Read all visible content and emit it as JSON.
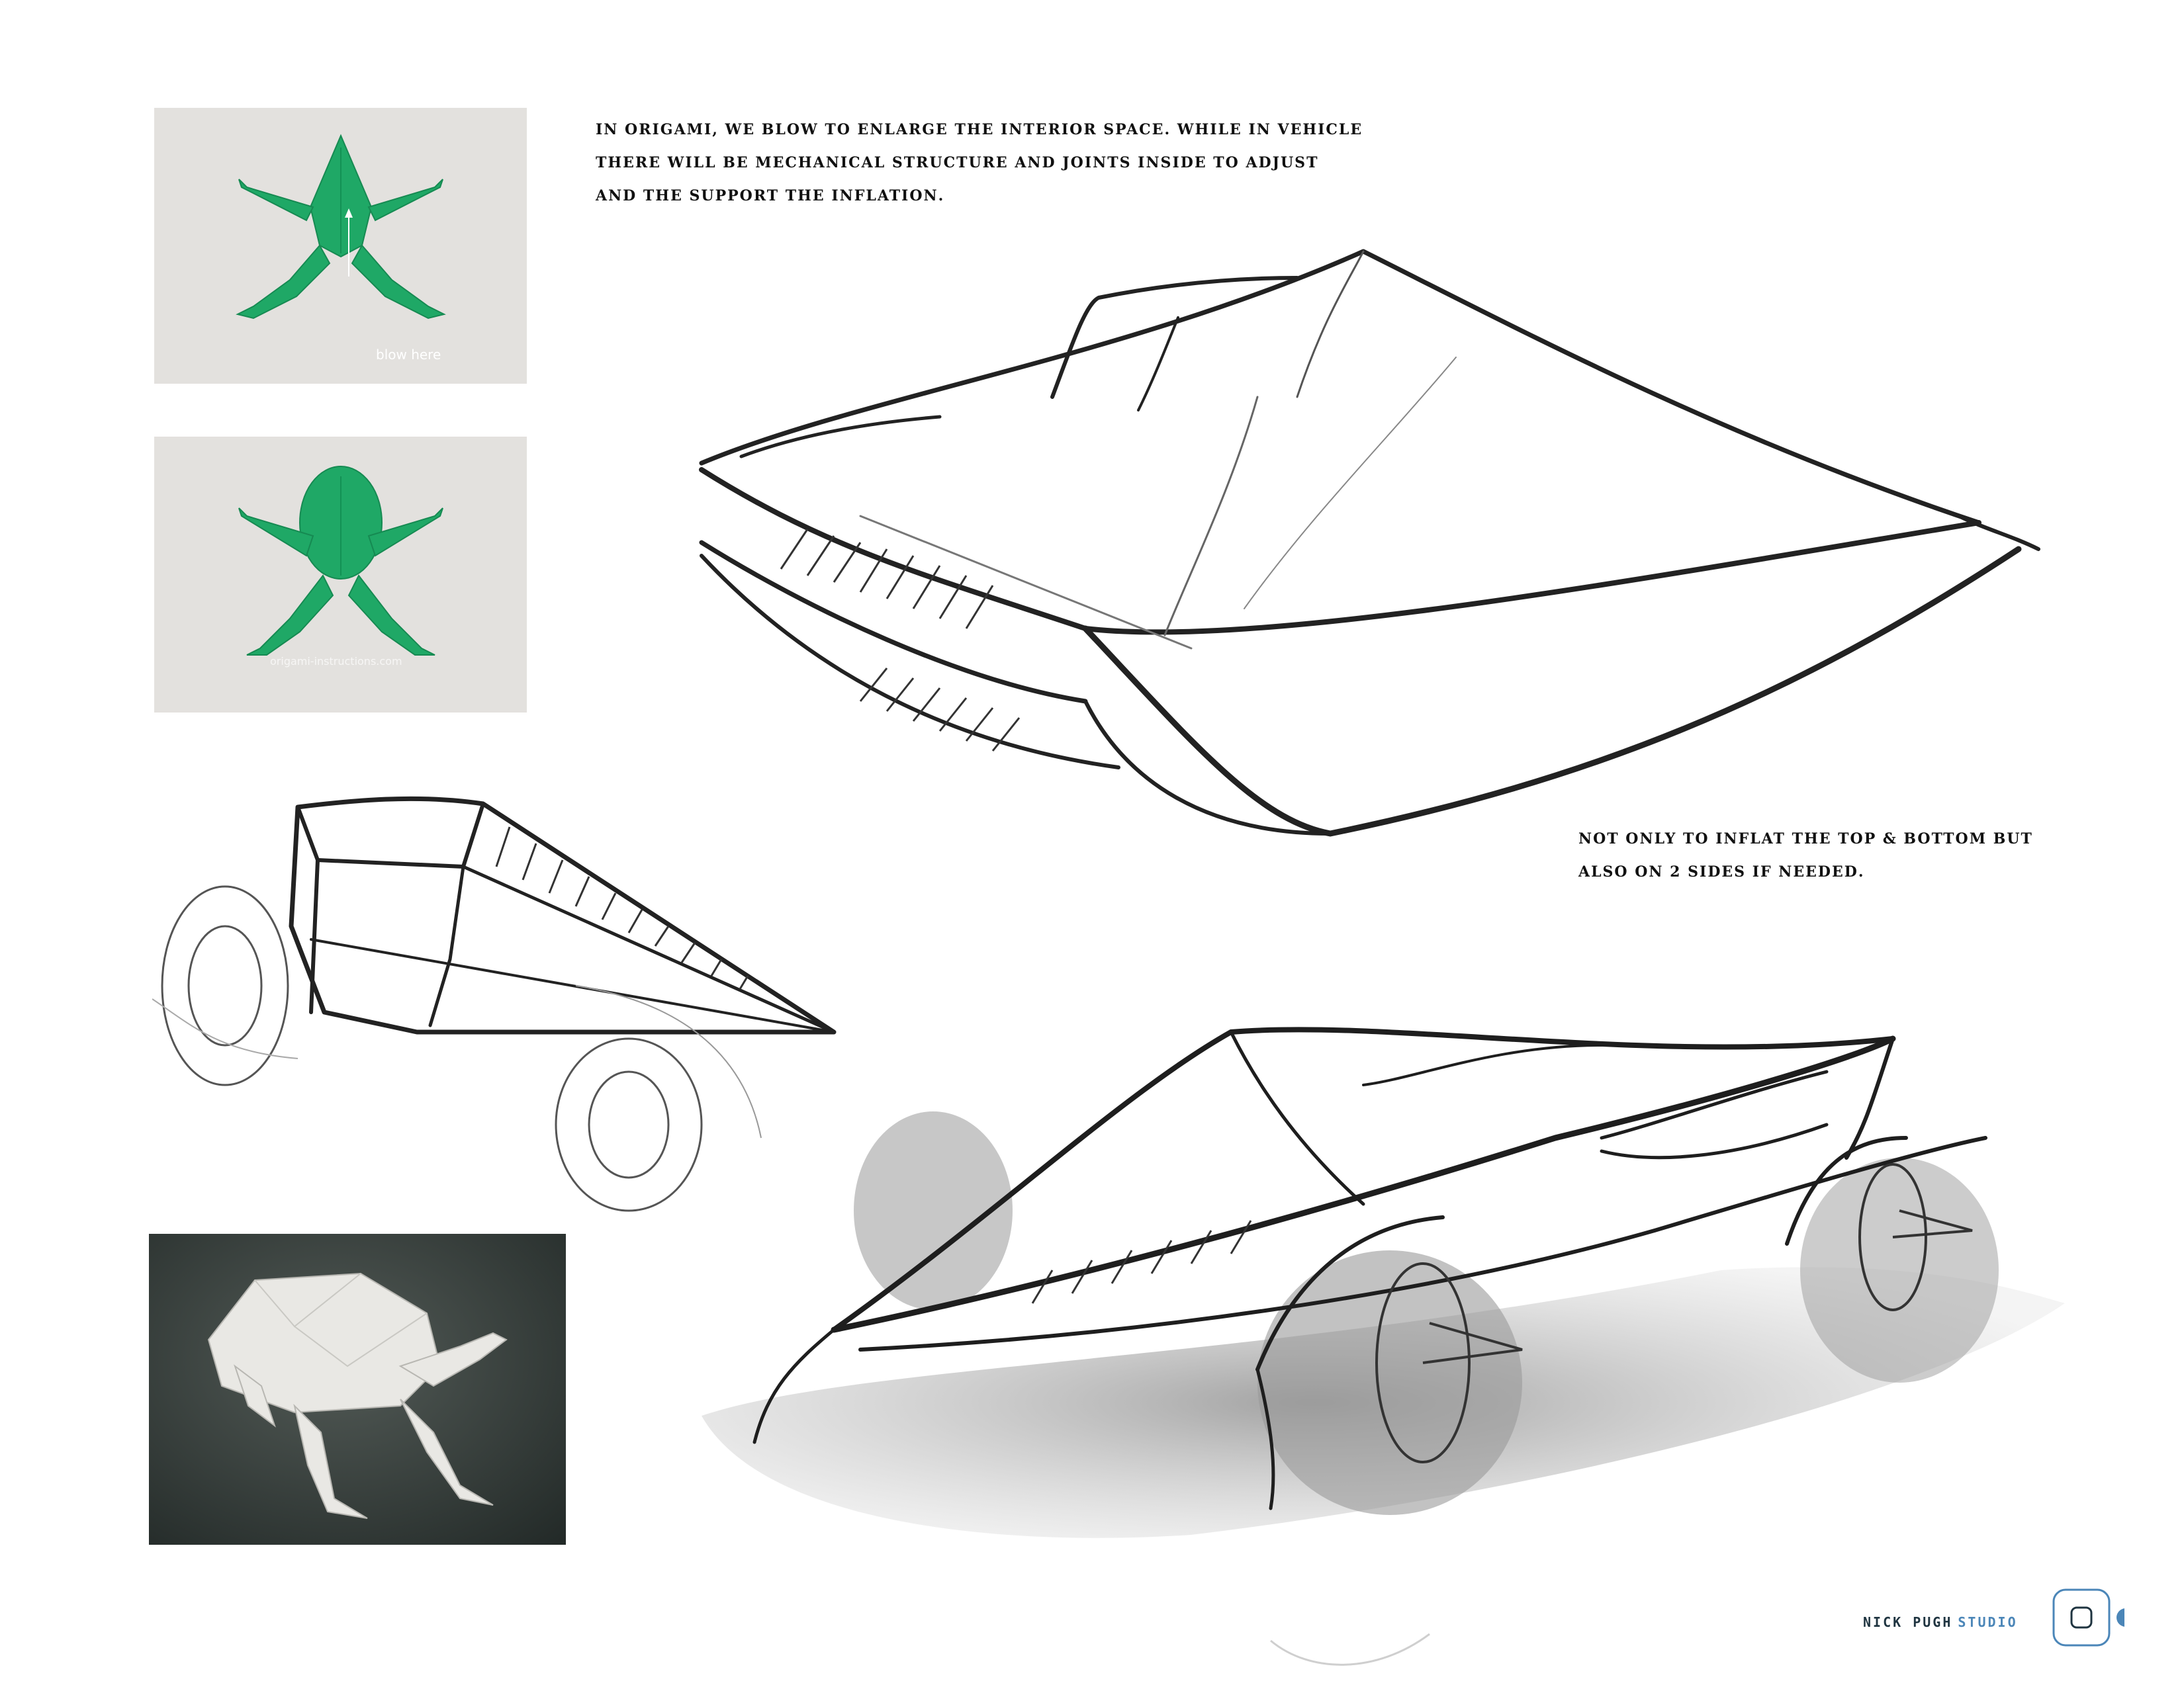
{
  "captions": {
    "origami_note": "In origami, we blow to enlarge the interior space. While in vehicle there will be mechanical structure and joints inside to adjust and the support the inflation.",
    "inflate_note": "Not only to inflat the top & bottom but also on 2 sides if needed."
  },
  "photos": {
    "frog_flat_label": "blow here",
    "frog_inflated_watermark": "origami-instructions.com"
  },
  "branding": {
    "studio_name": "NICK PUGH",
    "studio_suffix": "STUDIO",
    "accent_color": "#4b86b8"
  },
  "colors": {
    "frog_green": "#1fa866",
    "photo_bg": "#e3e1de",
    "dark_photo_bg": "#3b4340"
  }
}
